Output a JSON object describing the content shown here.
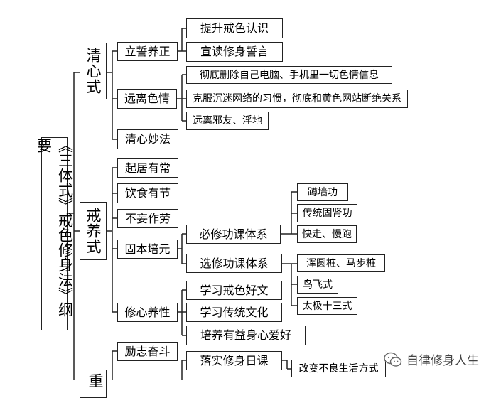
{
  "root": "《三体式》戒色修身法》纲要",
  "root_display": "《三体式》戒色修身法》纲要",
  "l1": [
    "清心式",
    "戒养式",
    "重"
  ],
  "qingxin": {
    "lishi": "立誓养正",
    "lishi_children": [
      "提升戒色认识",
      "宣读修身誓言"
    ],
    "yuanli": "远离色情",
    "yuanli_children": [
      "彻底删除自己电脑、手机里一切色情信息",
      "克服沉迷网络的习惯，彻底和黄色网站断绝关系",
      "远离邪友、淫地"
    ],
    "qingxin_method": "清心妙法"
  },
  "jieyang": {
    "items": [
      "起居有常",
      "饮食有节",
      "不妄作劳"
    ],
    "guben": "固本培元",
    "bixiu": "必修功课体系",
    "bixiu_children": [
      "蹲墙功",
      "传统固肾功",
      "快走、慢跑"
    ],
    "xuanxiu": "选修功课体系",
    "xuanxiu_children": [
      "浑圆桩、马步桩",
      "鸟飞式",
      "太极十三式"
    ],
    "xiuxin": "修心养性",
    "xiuxin_children": [
      "学习戒色好文",
      "学习传统文化",
      "培养有益身心爱好"
    ]
  },
  "third": {
    "lizhi": "励志奋斗",
    "luoshi": "落实修身日课",
    "gaibian": "改变不良生活方式"
  },
  "watermark": "自律修身人生"
}
